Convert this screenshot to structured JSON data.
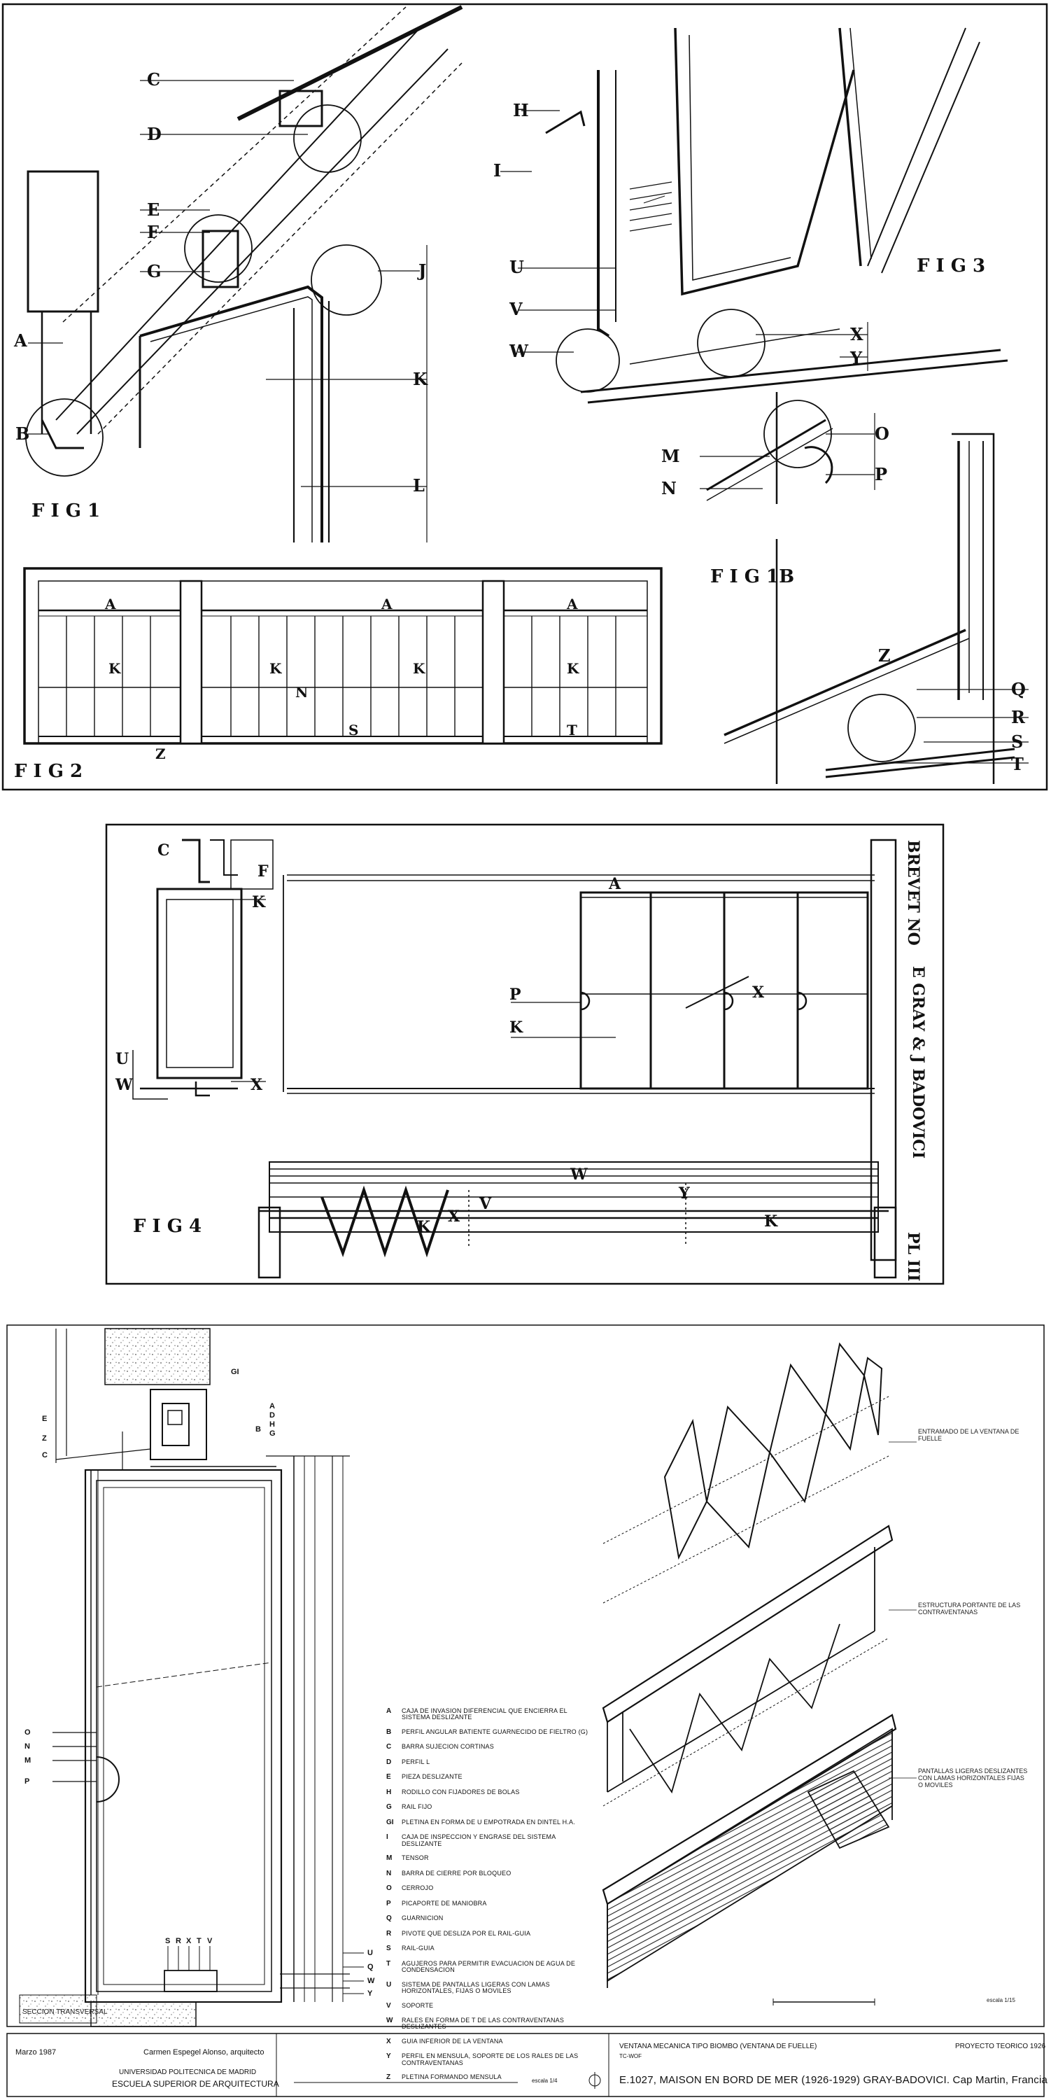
{
  "plate1": {
    "figures": {
      "fig1": "F I G  1",
      "fig1b": "F I G  1B",
      "fig2": "F I G  2",
      "fig3": "F I G  3"
    },
    "labels": {
      "f1": [
        "C",
        "D",
        "E",
        "F",
        "G",
        "A",
        "B",
        "K",
        "L",
        "J"
      ],
      "f3": [
        "H",
        "I",
        "U",
        "V",
        "W",
        "X",
        "Y"
      ],
      "f1b": [
        "M",
        "N",
        "O",
        "P"
      ],
      "f1b_lower": [
        "Z",
        "Q",
        "R",
        "S",
        "T"
      ],
      "f2": [
        "A",
        "A",
        "A",
        "K",
        "K",
        "K",
        "K",
        "N",
        "S",
        "T",
        "Z"
      ]
    }
  },
  "plate2": {
    "figure": "F I G  4",
    "side_text_top": "BREVET NO",
    "side_text_mid": "E GRAY & J BADOVICI",
    "side_text_bot": "PL III",
    "labels": [
      "C",
      "F",
      "K",
      "U",
      "W",
      "X",
      "A",
      "P",
      "K",
      "X",
      "W",
      "V",
      "Y",
      "X",
      "K",
      "K"
    ]
  },
  "plate3": {
    "section_labels": [
      "GI",
      "E",
      "Z",
      "C",
      "A",
      "D",
      "H",
      "G",
      "B",
      "O",
      "N",
      "M",
      "P",
      "S",
      "R",
      "X",
      "T",
      "V",
      "U",
      "Q",
      "W",
      "Y"
    ],
    "section_title": "SECCION TRANSVERSAL",
    "legend": [
      {
        "key": "A",
        "text": "Caja de invasion diferencial que encierra el sistema deslizante"
      },
      {
        "key": "B",
        "text": "Perfil angular batiente guarnecido de fieltro (G)"
      },
      {
        "key": "C",
        "text": "Barra sujecion cortinas"
      },
      {
        "key": "D",
        "text": "Perfil L"
      },
      {
        "key": "E",
        "text": "Pieza deslizante"
      },
      {
        "key": "H",
        "text": "Rodillo con fijadores de bolas"
      },
      {
        "key": "G",
        "text": "Rail fijo"
      },
      {
        "key": "GI",
        "text": "Pletina en forma de U empotrada en dintel H.A."
      },
      {
        "key": "I",
        "text": "Caja de inspeccion y engrase del sistema deslizante"
      },
      {
        "key": "M",
        "text": "Tensor"
      },
      {
        "key": "N",
        "text": "Barra de cierre por bloqueo"
      },
      {
        "key": "O",
        "text": "Cerrojo"
      },
      {
        "key": "P",
        "text": "Picaporte de maniobra"
      },
      {
        "key": "Q",
        "text": "Guarnicion"
      },
      {
        "key": "R",
        "text": "Pivote que desliza por el rail-guia"
      },
      {
        "key": "S",
        "text": "Rail-guia"
      },
      {
        "key": "T",
        "text": "Agujeros para permitir evacuacion de agua de condensacion"
      },
      {
        "key": "U",
        "text": "Sistema de pantallas ligeras con lamas horizontales, fijas o moviles"
      },
      {
        "key": "V",
        "text": "Soporte"
      },
      {
        "key": "W",
        "text": "Rales en forma de T de las contraventanas deslizantes"
      },
      {
        "key": "X",
        "text": "Guia inferior de la ventana"
      },
      {
        "key": "Y",
        "text": "Perfil en mensula, soporte de los rales de las contraventanas"
      },
      {
        "key": "Z",
        "text": "Pletina formando mensula"
      }
    ],
    "iso_notes": [
      "ENTRAMADO DE LA VENTANA DE FUELLE",
      "ESTRUCTURA PORTANTE DE LAS CONTRAVENTANAS",
      "PANTALLAS LIGERAS DESLIZANTES CON LAMAS HORIZONTALES FIJAS O MOVILES"
    ],
    "scale_right": "escala 1/15",
    "scale_bottom": "escala 1/4"
  },
  "title_block": {
    "date": "Marzo 1987",
    "author": "Carmen Espegel Alonso, arquitecto",
    "university": "UNIVERSIDAD POLITECNICA DE MADRID",
    "school": "ESCUELA SUPERIOR DE ARQUITECTURA",
    "subject": "VENTANA MECANICA TIPO BIOMBO (VENTANA DE FUELLE)",
    "subject_sub": "TC-WOF",
    "project": "PROYECTO TEORICO 1926",
    "main_title": "E.1027, MAISON EN BORD DE MER (1926-1929) GRAY-BADOVICI. Cap Martin, Francia"
  }
}
